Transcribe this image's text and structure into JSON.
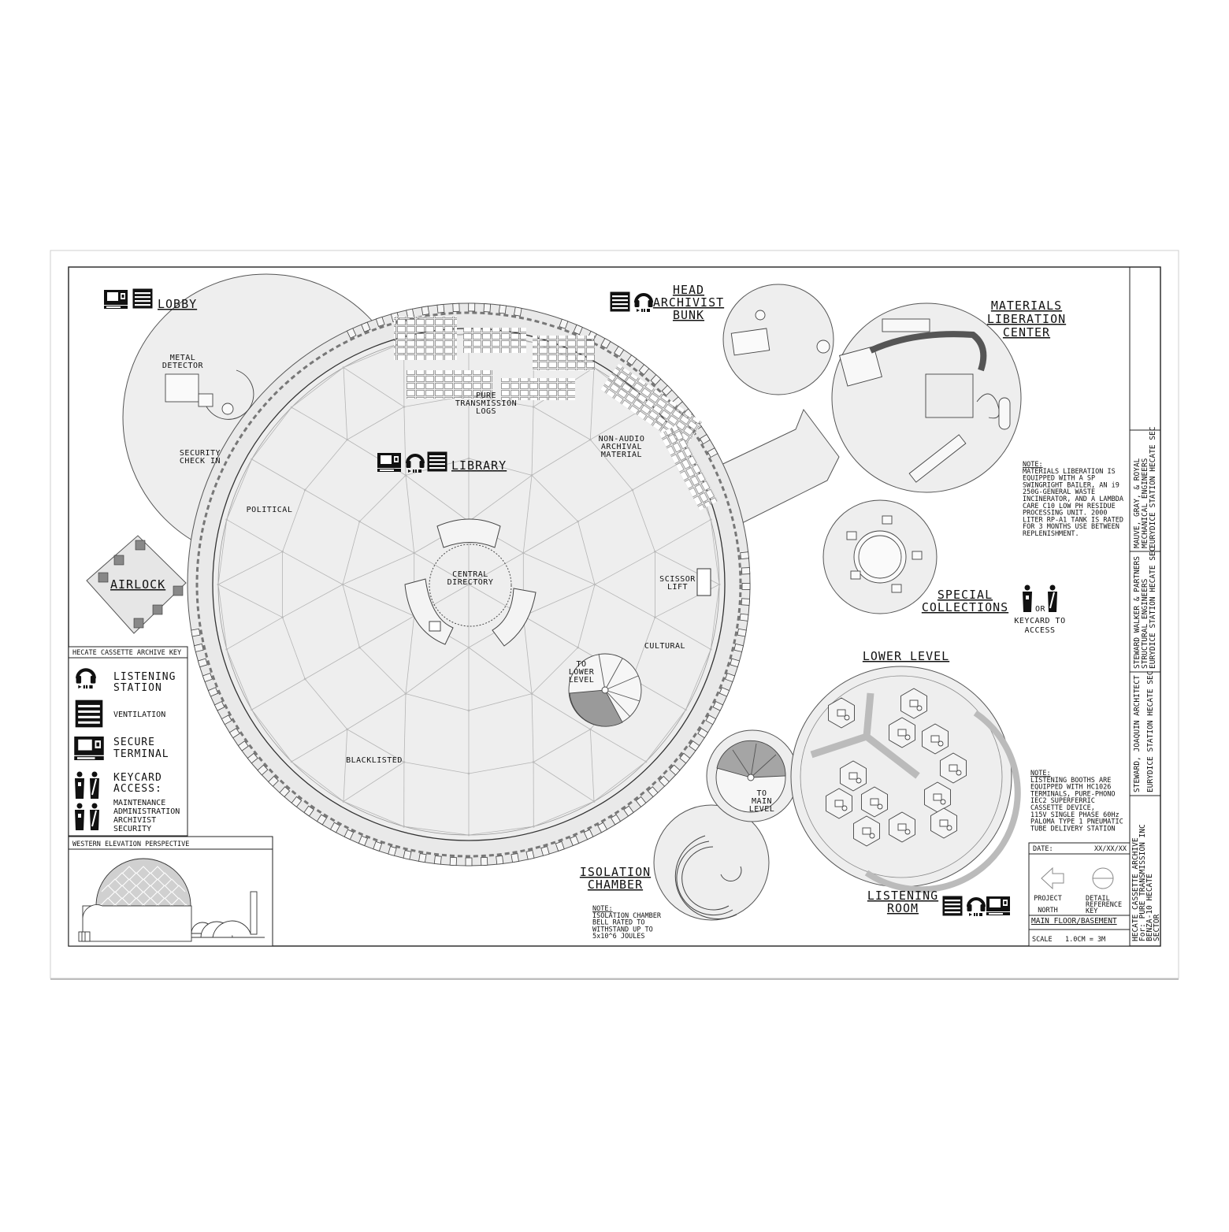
{
  "rooms": {
    "lobby": "LOBBY",
    "head_archivist_bunk": [
      "HEAD",
      "ARCHIVIST",
      "BUNK"
    ],
    "materials_liberation_center": [
      "MATERIALS",
      "LIBERATION",
      "CENTER"
    ],
    "library": "LIBRARY",
    "airlock": "AIRLOCK",
    "special_collections": [
      "SPECIAL",
      "COLLECTIONS"
    ],
    "lower_level": "LOWER LEVEL",
    "isolation_chamber": [
      "ISOLATION",
      "CHAMBER"
    ],
    "listening_room": [
      "LISTENING",
      "ROOM"
    ]
  },
  "labels": {
    "metal_detector": [
      "METAL",
      "DETECTOR"
    ],
    "security_check_in": [
      "SECURITY",
      "CHECK IN"
    ],
    "pure_transmission_logs": [
      "PURE",
      "TRANSMISSION",
      "LOGS"
    ],
    "non_audio_archival": [
      "NON-AUDIO",
      "ARCHIVAL",
      "MATERIAL"
    ],
    "political": "POLITICAL",
    "central_directory": [
      "CENTRAL",
      "DIRECTORY"
    ],
    "scissor_lift": [
      "SCISSOR",
      "LIFT"
    ],
    "cultural": "CULTURAL",
    "to_lower_level": [
      "TO",
      "LOWER",
      "LEVEL"
    ],
    "blacklisted": "BLACKLISTED",
    "to_main_level": [
      "TO",
      "MAIN",
      "LEVEL"
    ],
    "or": "OR",
    "keycard_to_access": [
      "KEYCARD TO",
      "ACCESS"
    ]
  },
  "notes": {
    "materials": [
      "NOTE:",
      "MATERIALS LIBERATION IS",
      "EQUIPPED WITH A SP",
      "SWINGRIGHT BAILER, AN i9",
      "250G-GENERAL WASTE",
      "INCINERATOR, AND A LAMBDA",
      "CARE C10 LOW PH RESIDUE",
      "PROCESSING UNIT. 2000",
      "LITER RP-A1 TANK IS RATED",
      "FOR 3 MONTHS USE BETWEEN",
      "REPLENISHMENT."
    ],
    "listening": [
      "NOTE:",
      "LISTENING BOOTHS ARE",
      "EQUIPPED WITH HC1026",
      "TERMINALS, PURE-PHONO",
      "IEC2 SUPERFERRIC",
      "CASSETTE DEVICE,",
      " 115V SINGLE PHASE 60Hz",
      "PALOMA TYPE 1 PNEUMATIC",
      "TUBE DELIVERY STATION"
    ],
    "isolation": [
      "NOTE:",
      "ISOLATION CHAMBER",
      "BELL RATED TO",
      "WITHSTAND UP TO",
      "5x10^6 JOULES"
    ]
  },
  "key": {
    "title": "HECATE CASSETTE ARCHIVE KEY",
    "listening_station": [
      "LISTENING",
      "STATION"
    ],
    "ventilation": "VENTILATION",
    "secure_terminal": [
      "SECURE",
      "TERMINAL"
    ],
    "keycard_access": [
      "KEYCARD",
      "ACCESS:"
    ],
    "roles": [
      "MAINTENANCE",
      "ADMINISTRATION",
      "ARCHIVIST",
      "SECURITY"
    ]
  },
  "elevation": {
    "title": "WESTERN ELEVATION PERSPECTIVE"
  },
  "title_block": {
    "date_label": "DATE:",
    "date_value": "XX/XX/XX",
    "project_north": [
      "PROJECT",
      "NORTH"
    ],
    "detail_reference": [
      "DETAIL",
      "REFERENCE",
      "KEY"
    ],
    "sheet": "MAIN FLOOR/BASEMENT",
    "scale_label": "SCALE",
    "scale_value": "1.0CM = 3M",
    "col1": [
      "HECATE CASSETTE ARCHIVE",
      "For: PURE TRANSMISSION INC",
      "BENZA-10       HECATE",
      "SECTOR"
    ],
    "col2": [
      "STEWARD, JOAQUIN ARCHITECT",
      "EURYDICE STATION HECATE SEC"
    ],
    "col3": [
      "STEWARD WALKER & PARTNERS",
      "STRUCTURAL ENGINEERS",
      "EURYDICE STATION HECATE SEC"
    ],
    "col4": [
      "MAUVE, GRAY, & ROYAL",
      "MECHANICAL ENGINEERS",
      "EURYDICE STATION HECATE SEC"
    ]
  }
}
